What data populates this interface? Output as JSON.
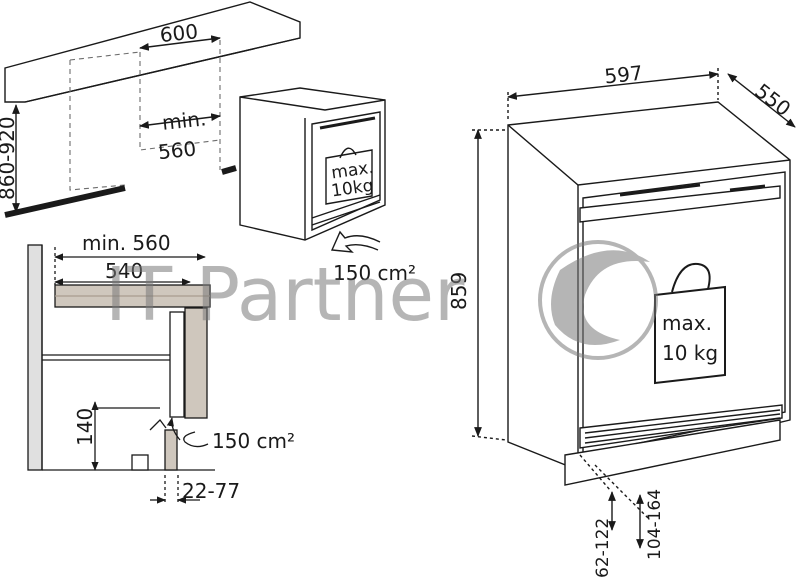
{
  "left_top": {
    "width_label": "600",
    "height_label": "860-920",
    "min_width_label": "min.",
    "min_width_value": "560",
    "weight_label_1": "max.",
    "weight_label_2": "10kg",
    "vent_label": "150 cm²"
  },
  "left_bottom": {
    "min_depth_label": "min. 560",
    "depth_label": "540",
    "plinth_height_label": "140",
    "vent_label": "150 cm²",
    "gap_label": "22-77"
  },
  "right": {
    "width_label": "597",
    "depth_label": "550",
    "height_label": "859",
    "weight_label_1": "max.",
    "weight_label_2": "10 kg",
    "plinth_label_a": "62-122",
    "plinth_label_b": "104-164"
  },
  "watermark": {
    "text": "IT Partner"
  },
  "colors": {
    "line": "#1a1a1a",
    "dashed": "#6d6d6d",
    "wood": "#cfc7bd",
    "watermark": "#7a7a7a"
  }
}
